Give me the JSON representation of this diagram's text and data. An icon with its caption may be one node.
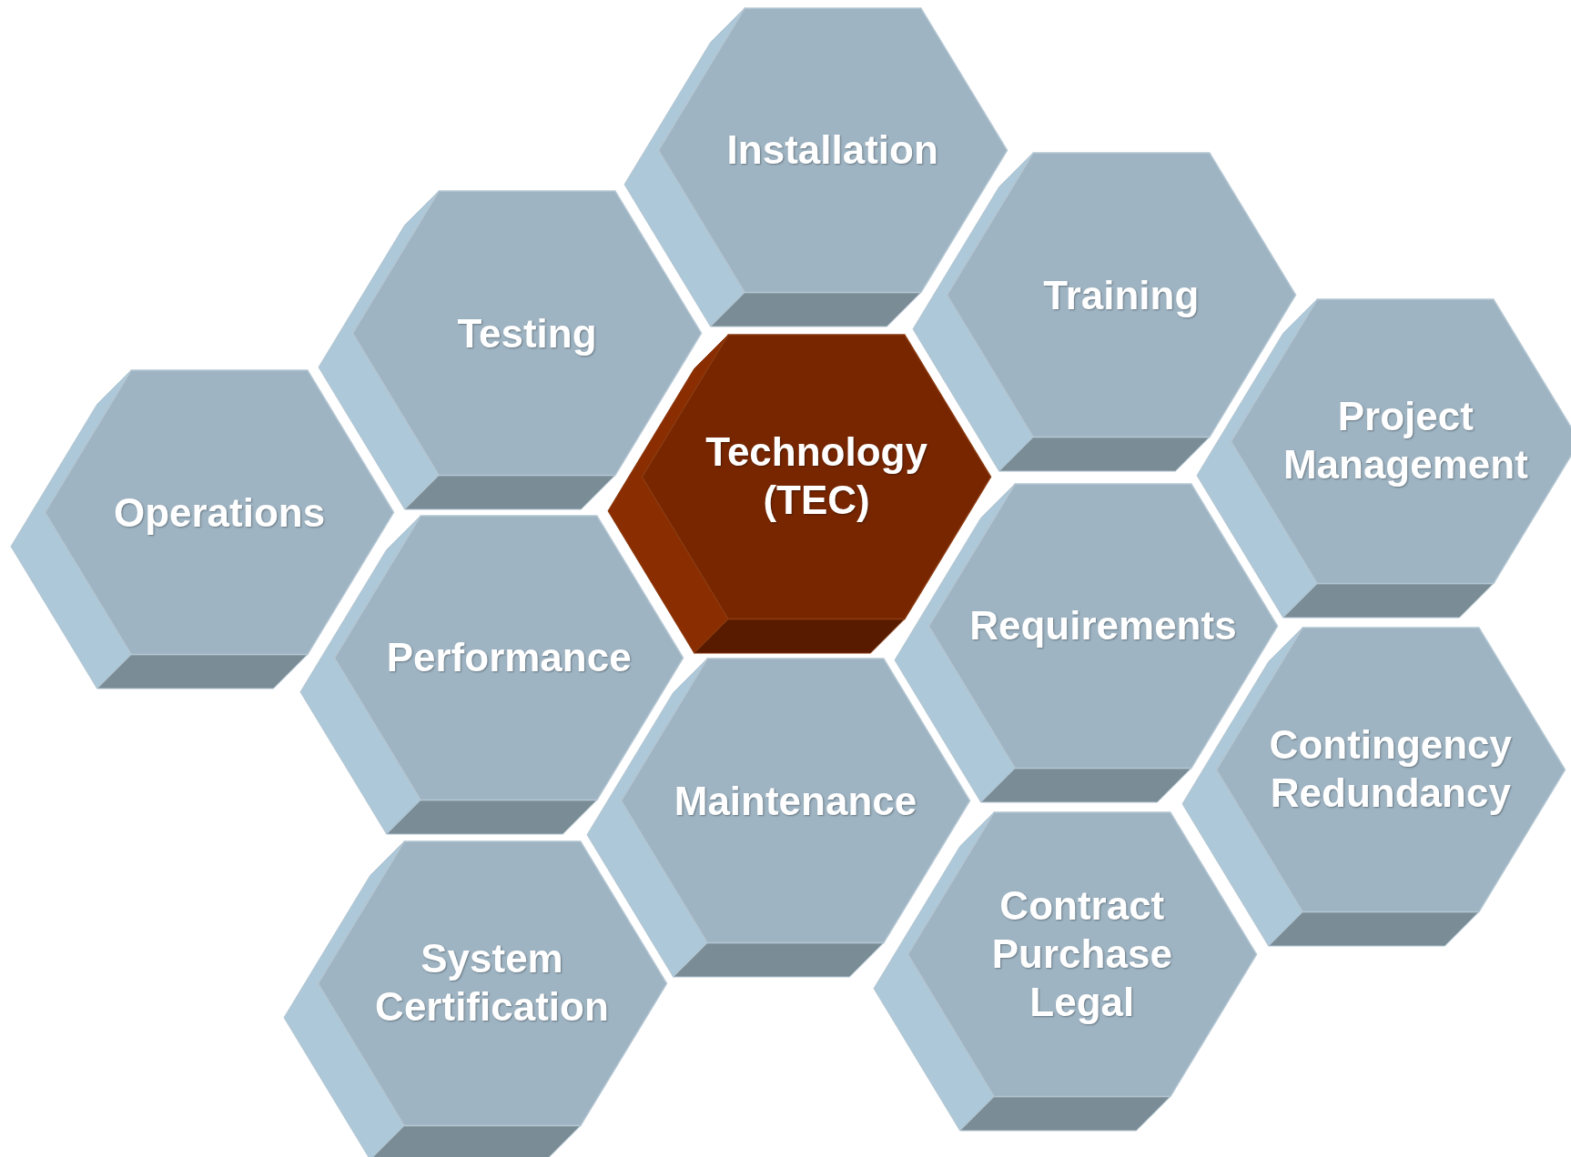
{
  "diagram": {
    "nodes": [
      {
        "text": [
          "Installation"
        ]
      },
      {
        "text": [
          "Testing"
        ]
      },
      {
        "text": [
          "Training"
        ]
      },
      {
        "text": [
          "Technology (TEC)"
        ]
      },
      {
        "text": [
          "Operations"
        ]
      },
      {
        "text": [
          "Project Management"
        ]
      },
      {
        "text": [
          "Requirements"
        ]
      },
      {
        "text": [
          "Performance"
        ]
      },
      {
        "text": [
          "Maintenance"
        ]
      },
      {
        "text": [
          "Contingency Redundancy"
        ]
      },
      {
        "text": [
          "Contract Purchase Legal"
        ]
      },
      {
        "text": [
          "System Certification"
        ]
      }
    ]
  }
}
